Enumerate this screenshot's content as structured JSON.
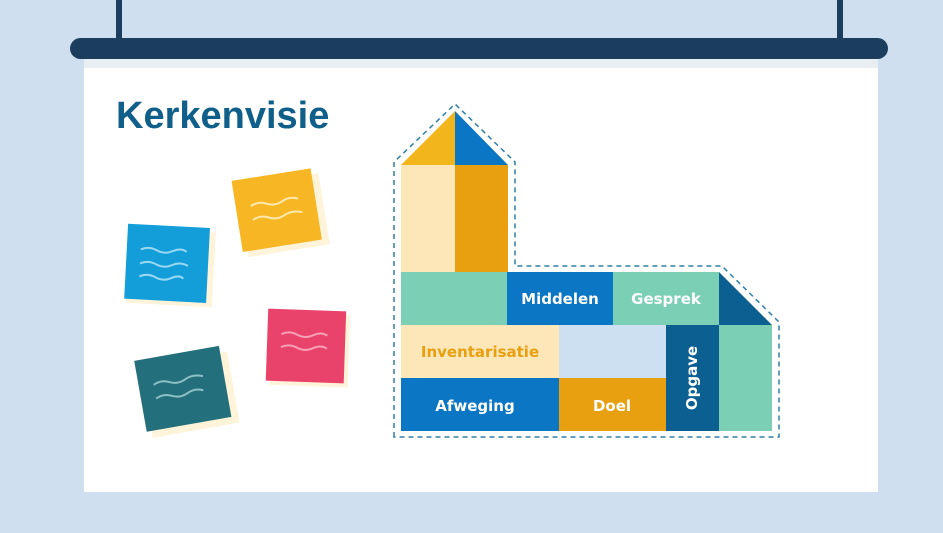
{
  "title": "Kerkenvisie",
  "blocks": {
    "middelen": "Middelen",
    "gesprek": "Gesprek",
    "inventarisatie": "Inventarisatie",
    "afweging": "Afweging",
    "doel": "Doel",
    "opgave": "Opgave"
  },
  "colors": {
    "background": "#cfdfef",
    "rail": "#1b3d5e",
    "board": "#ffffff",
    "title": "#0f5f8a",
    "blue": "#0a76c4",
    "dark_blue": "#0b5f91",
    "yellow": "#f3b51c",
    "amber": "#e8a011",
    "cream": "#fde6b8",
    "mint": "#7bcfb4",
    "light_blue": "#cde0f1",
    "sticky_blue": "#139ed9",
    "sticky_yellow": "#f7b724",
    "sticky_pink": "#e9436b",
    "sticky_teal": "#236f7b"
  }
}
